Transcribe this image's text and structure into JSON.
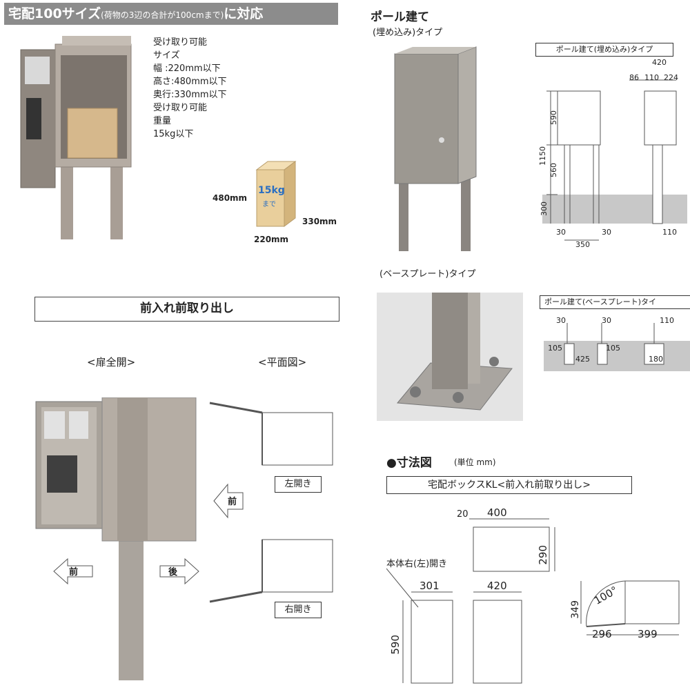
{
  "header": {
    "title_main": "宅配100サイズ",
    "title_note": "(荷物の3辺の合計が100cmまで)",
    "title_tail": "に対応"
  },
  "spec": {
    "lines": [
      "受け取り可能",
      "サイズ",
      "幅 :220mm以下",
      "高さ:480mm以下",
      "奥行:330mm以下",
      "受け取り可能",
      "重量",
      "15kg以下"
    ]
  },
  "parcel": {
    "height": "480mm",
    "width": "220mm",
    "depth": "330mm",
    "weight_top": "15kg",
    "weight_bottom": "まで"
  },
  "pole": {
    "title": "ポール建て",
    "embed_type": "(埋め込み)タイプ",
    "base_type": "(ベースプレート)タイプ",
    "embed_diagram_label": "ポール建て(埋め込み)タイプ",
    "base_diagram_label": "ポール建て(ベースプレート)タイ",
    "dims": {
      "d420": "420",
      "d86": "86",
      "d110": "110",
      "d224": "224",
      "d590": "590",
      "d1150": "1150",
      "d560": "560",
      "d300": "300",
      "d30a": "30",
      "d30b": "30",
      "d350": "350",
      "d110b": "110",
      "b30a": "30",
      "b30b": "30",
      "b110": "110",
      "b105a": "105",
      "b105b": "105",
      "b425": "425",
      "b180": "180"
    }
  },
  "front": {
    "banner": "前入れ前取り出し",
    "door_full_open": "<扉全開>",
    "plan_view": "<平面図>",
    "front_arrow": "前",
    "back_arrow": "後",
    "plan_front_arrow": "前",
    "left_open": "左開き",
    "right_open": "右開き"
  },
  "dimensions": {
    "title": "●寸法図",
    "unit": "(単位 mm)",
    "product": "宅配ボックスKL<前入れ前取り出し>",
    "top_20": "20",
    "top_400": "400",
    "top_290": "290",
    "body_open": "本体右(左)開き",
    "front_301": "301",
    "front_590": "590",
    "side_420": "420",
    "angle": "100°",
    "plan_349": "349",
    "plan_296": "296",
    "plan_399": "399"
  }
}
